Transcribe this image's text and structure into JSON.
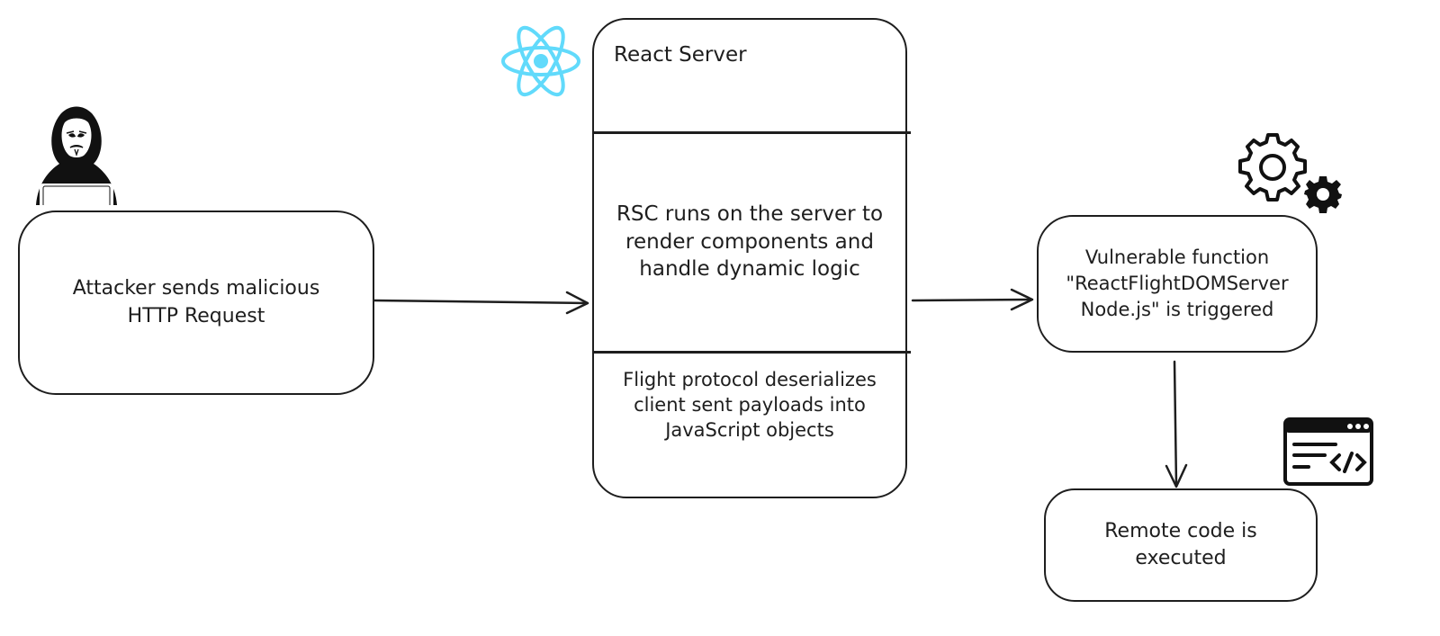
{
  "attacker": {
    "text": "Attacker sends malicious\nHTTP Request",
    "icon": "hooded-hacker-icon"
  },
  "react_server": {
    "title": "React Server",
    "icon": "react-logo-icon",
    "icon_color": "#61dafb",
    "rsc_text": "RSC runs on the server to\nrender components and\nhandle dynamic logic",
    "flight_text": "Flight protocol deserializes\nclient sent payloads into\nJavaScript objects"
  },
  "vulnerable": {
    "text": "Vulnerable function\n\"ReactFlightDOMServer\nNode.js\" is triggered",
    "icon": "gears-icon"
  },
  "rce": {
    "text": "Remote code is\nexecuted",
    "icon": "code-window-icon"
  },
  "colors": {
    "stroke": "#1e1e1e",
    "react": "#61dafb",
    "background": "#ffffff"
  }
}
